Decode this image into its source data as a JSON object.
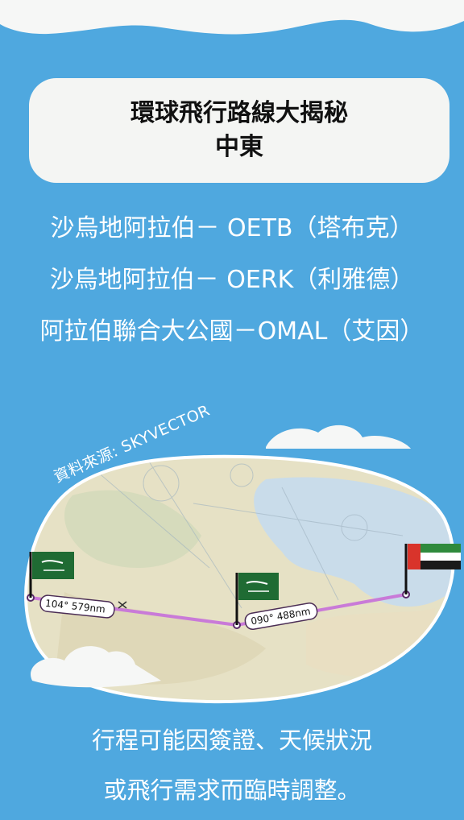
{
  "title": {
    "line1": "環球飛行路線大揭秘",
    "line2": "中東"
  },
  "routes": [
    "沙烏地阿拉伯－ OETB（塔布克）",
    "沙烏地阿拉伯－ OERK（利雅德）",
    "阿拉伯聯合大公國－OMAL（艾因）"
  ],
  "map": {
    "source_label": "資料來源: SKYVECTOR",
    "legs": [
      {
        "label": "104° 579nm"
      },
      {
        "label": "090° 488nm"
      }
    ],
    "flags": [
      "saudi-arabia-flag",
      "saudi-arabia-flag",
      "uae-flag"
    ]
  },
  "footer": {
    "line1": "行程可能因簽證、天候狀況",
    "line2": "或飛行需求而臨時調整。"
  },
  "colors": {
    "sky": "#4fa8df",
    "card": "#f4f5f3",
    "route": "#c97ad8",
    "water": "#c9dcea",
    "land": "#e6e1c5"
  }
}
